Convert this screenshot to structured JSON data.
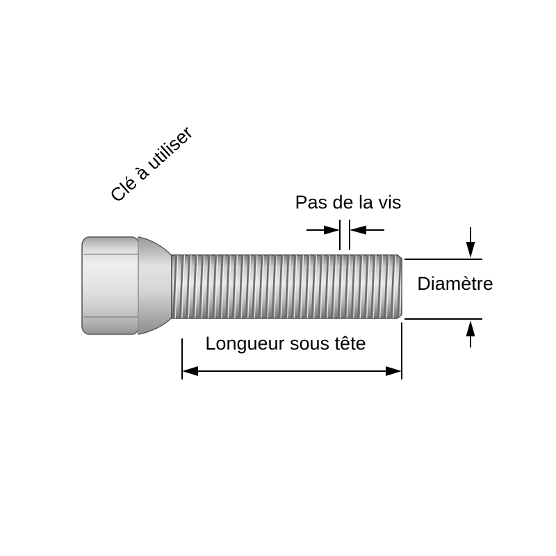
{
  "labels": {
    "wrench": "Clé à utiliser",
    "pitch": "Pas de la vis",
    "diameter": "Diamètre",
    "length": "Longueur sous tête"
  },
  "colors": {
    "line": "#000000",
    "outline": "#4a4a4a",
    "head_light": "#efefef",
    "head_dark": "#999999",
    "thread_light": "#e9e9e9",
    "thread_dark": "#767676",
    "background": "#ffffff"
  }
}
